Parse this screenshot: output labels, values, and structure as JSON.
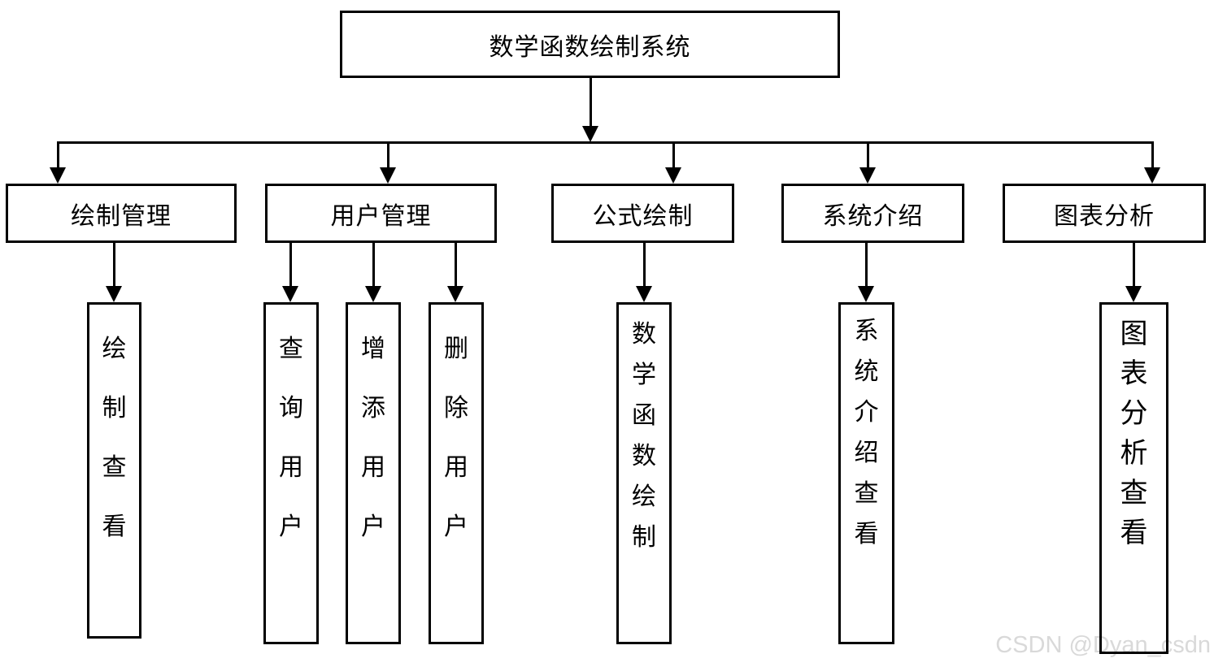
{
  "diagram": {
    "root": {
      "label": "数学函数绘制系统"
    },
    "level2": [
      {
        "label": "绘制管理"
      },
      {
        "label": "用户管理"
      },
      {
        "label": "公式绘制"
      },
      {
        "label": "系统介绍"
      },
      {
        "label": "图表分析"
      }
    ],
    "level3": [
      {
        "label": "绘制查看"
      },
      {
        "label": "查询用户"
      },
      {
        "label": "增添用户"
      },
      {
        "label": "删除用户"
      },
      {
        "label": "数学函数绘制"
      },
      {
        "label": "系统介绍查看"
      },
      {
        "label": "图表分析查看"
      }
    ]
  },
  "watermark": "CSDN @Dyan_csdn",
  "colors": {
    "line": "#000000",
    "background": "#ffffff",
    "watermark": "#d9d9d9"
  }
}
